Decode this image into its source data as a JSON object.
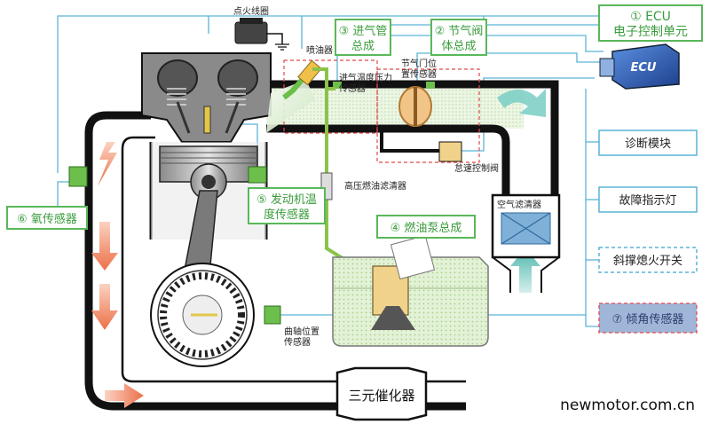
{
  "labels": {
    "ecu_line1": "① ECU",
    "ecu_line2": "电子控制单元",
    "ecu_chip": "ECU",
    "intake_line1": "③ 进气管",
    "intake_line2": "总成",
    "throttle_line1": "② 节气阀",
    "throttle_line2": "体总成",
    "ignition_coil": "点火线圈",
    "injector": "喷油器",
    "map_sensor_line1": "进气温度压力",
    "map_sensor_line2": "传感器",
    "tps_line1": "节气门位",
    "tps_line2": "置传感器",
    "idle_valve": "怠速控制阀",
    "air_filter": "空气滤清器",
    "fuel_filter": "高压燃油滤清器",
    "fuel_pump": "④ 燃油泵总成",
    "engine_temp_line1": "⑤ 发动机温",
    "engine_temp_line2": "度传感器",
    "oxygen_sensor": "⑥ 氧传感器",
    "crank_sensor_line1": "曲轴位置",
    "crank_sensor_line2": "传感器",
    "catalyst": "三元催化器",
    "diagnostic": "诊断模块",
    "fault_lamp": "故障指示灯",
    "tilt_switch": "斜撑熄火开关",
    "tilt_sensor": "⑦ 倾角传感器",
    "watermark": "newmotor.com.cn"
  },
  "colors": {
    "label_green": "#59b85a",
    "wire_blue": "#5ab4d6",
    "pipe_black": "#111111",
    "fuel_line": "#8bc34a",
    "flow_orange": "#ec7048",
    "flow_teal": "#4db6ac",
    "ecu_blue": "#2456a8",
    "tilt_sensor_fill": "#9fb6d9"
  },
  "icons": [
    "ecu-chip-icon",
    "ignition-coil-icon",
    "oxygen-sensor-icon",
    "crank-sensor-icon",
    "flow-arrow-icon"
  ]
}
